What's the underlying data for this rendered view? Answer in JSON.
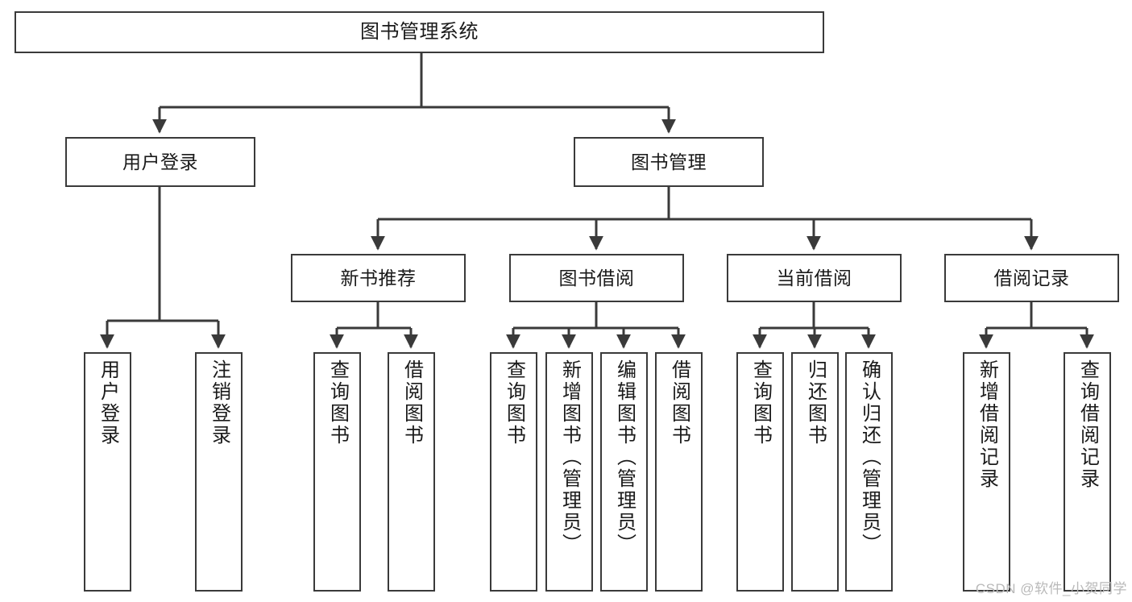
{
  "diagram": {
    "title": "图书管理系统",
    "watermark": "CSDN @软件_小贺同学",
    "line_color": "#3a3a3a",
    "box_border_color": "#3a3a3a",
    "background_color": "#ffffff",
    "text_color": "#1a1a1a"
  },
  "nodes": {
    "root": {
      "label": "图书管理系统"
    },
    "level2": [
      {
        "label": "用户登录"
      },
      {
        "label": "图书管理"
      }
    ],
    "level3": [
      {
        "label": "新书推荐"
      },
      {
        "label": "图书借阅"
      },
      {
        "label": "当前借阅"
      },
      {
        "label": "借阅记录"
      }
    ],
    "leaves": {
      "user_login": [
        {
          "label": "用户登录"
        },
        {
          "label": "注销登录"
        }
      ],
      "new_book_recommend": [
        {
          "label": "查询图书"
        },
        {
          "label": "借阅图书"
        }
      ],
      "book_borrow": [
        {
          "label": "查询图书"
        },
        {
          "label": "新增图书（管理员）"
        },
        {
          "label": "编辑图书（管理员）"
        },
        {
          "label": "借阅图书"
        }
      ],
      "current_borrow": [
        {
          "label": "查询图书"
        },
        {
          "label": "归还图书"
        },
        {
          "label": "确认归还（管理员）"
        }
      ],
      "borrow_record": [
        {
          "label": "新增借阅记录"
        },
        {
          "label": "查询借阅记录"
        }
      ]
    }
  },
  "chart_data": {
    "type": "tree",
    "title": "图书管理系统",
    "root": "图书管理系统",
    "edges": [
      [
        "图书管理系统",
        "用户登录"
      ],
      [
        "图书管理系统",
        "图书管理"
      ],
      [
        "用户登录",
        "用户登录"
      ],
      [
        "用户登录",
        "注销登录"
      ],
      [
        "图书管理",
        "新书推荐"
      ],
      [
        "图书管理",
        "图书借阅"
      ],
      [
        "图书管理",
        "当前借阅"
      ],
      [
        "图书管理",
        "借阅记录"
      ],
      [
        "新书推荐",
        "查询图书"
      ],
      [
        "新书推荐",
        "借阅图书"
      ],
      [
        "图书借阅",
        "查询图书"
      ],
      [
        "图书借阅",
        "新增图书（管理员）"
      ],
      [
        "图书借阅",
        "编辑图书（管理员）"
      ],
      [
        "图书借阅",
        "借阅图书"
      ],
      [
        "当前借阅",
        "查询图书"
      ],
      [
        "当前借阅",
        "归还图书"
      ],
      [
        "当前借阅",
        "确认归还（管理员）"
      ],
      [
        "借阅记录",
        "新增借阅记录"
      ],
      [
        "借阅记录",
        "查询借阅记录"
      ]
    ]
  }
}
